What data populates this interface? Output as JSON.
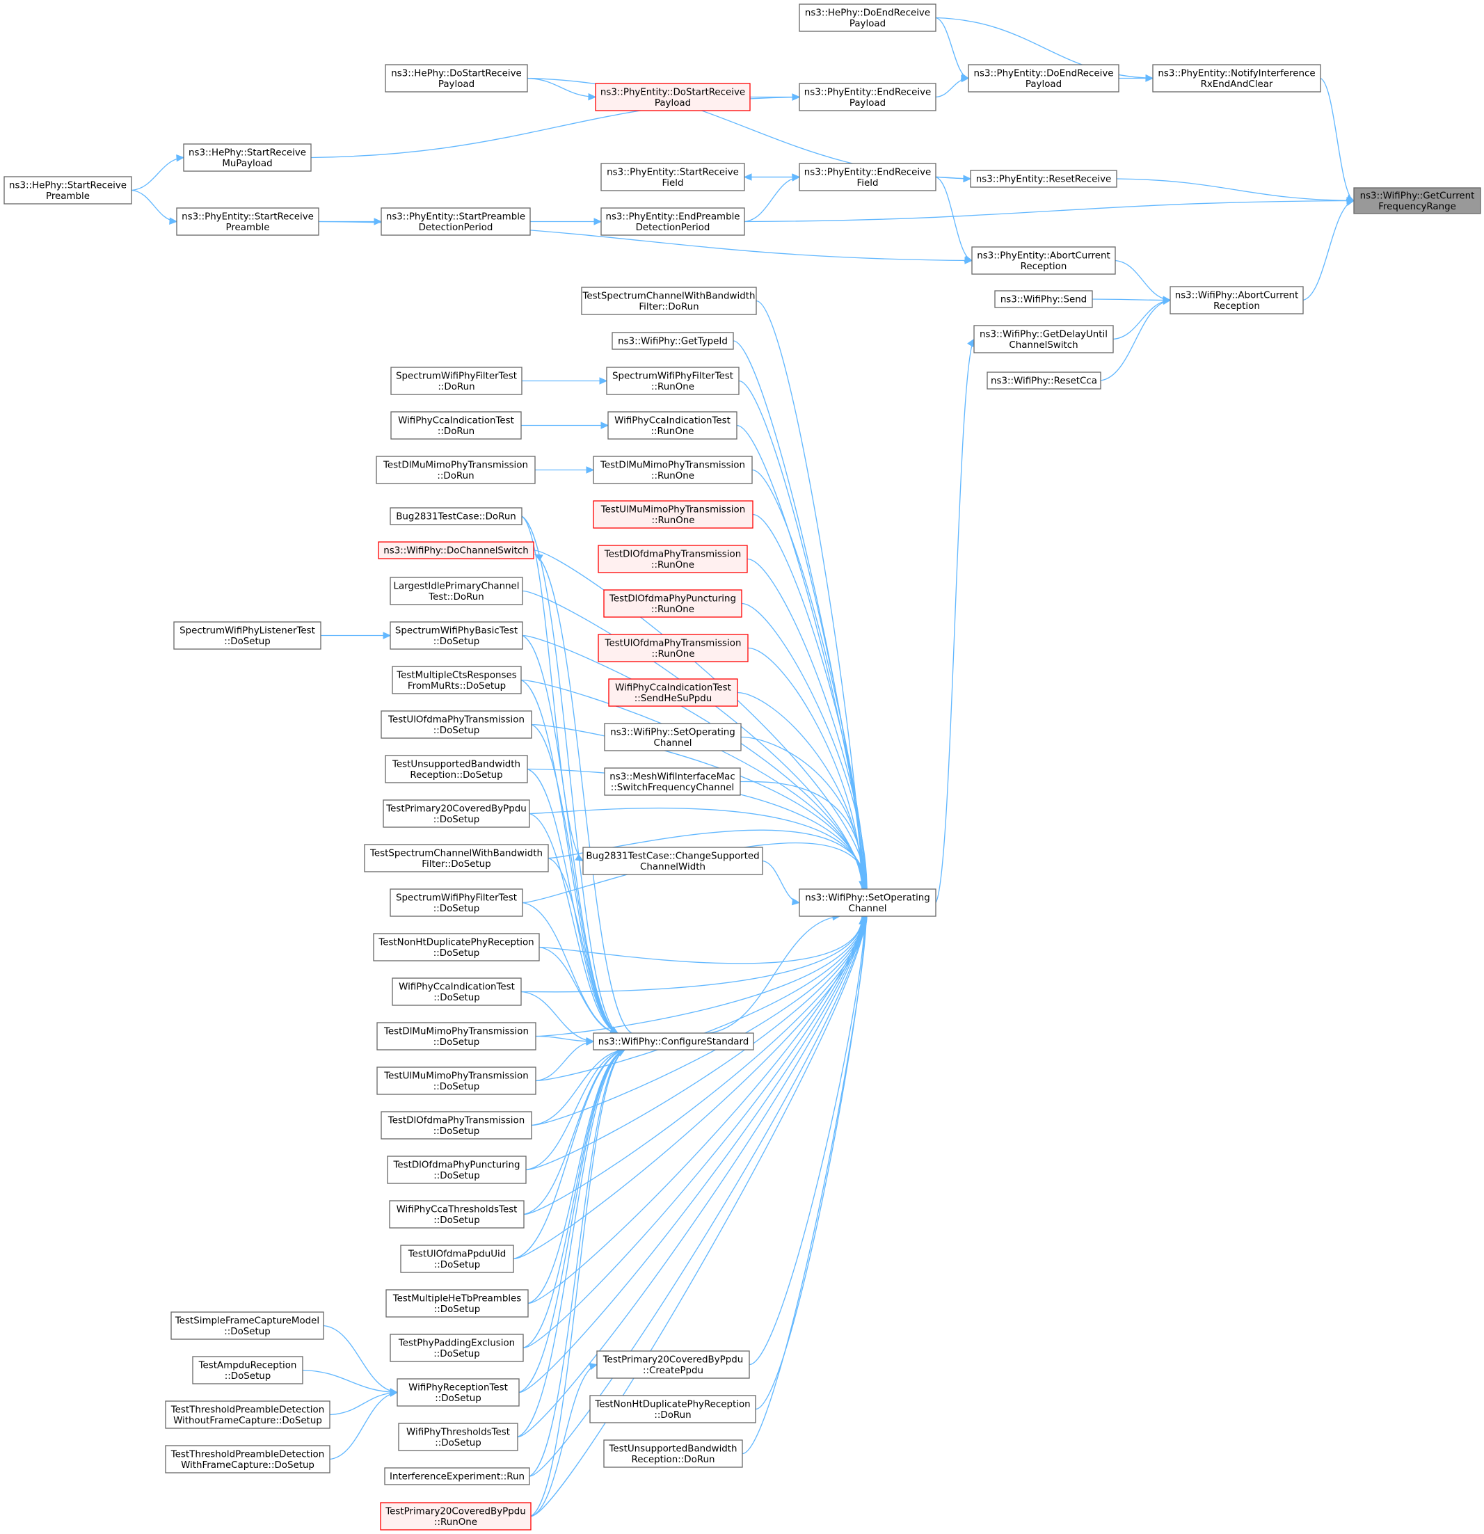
{
  "colors": {
    "edge": "#63b8ff",
    "node_border": "#666666",
    "node_fill": "#ffffff",
    "highlight_border": "#ff0000",
    "highlight_fill": "#fff0f0",
    "root_fill": "#999999",
    "text": "#000000"
  },
  "nodes": [
    {
      "id": "root",
      "lines": [
        "ns3::WifiPhy::GetCurrent",
        "FrequencyRange"
      ],
      "style": "root"
    },
    {
      "id": "notify",
      "lines": [
        "ns3::PhyEntity::NotifyInterference",
        "RxEndAndClear"
      ],
      "style": "normal"
    },
    {
      "id": "doEndRecvPhyEntity",
      "lines": [
        "ns3::PhyEntity::DoEndReceive",
        "Payload"
      ],
      "style": "normal"
    },
    {
      "id": "hephyDoEndRecv",
      "lines": [
        "ns3::HePhy::DoEndReceive",
        "Payload"
      ],
      "style": "normal"
    },
    {
      "id": "endRecvPayload",
      "lines": [
        "ns3::PhyEntity::EndReceive",
        "Payload"
      ],
      "style": "normal"
    },
    {
      "id": "doStartRecvPayloadPE",
      "lines": [
        "ns3::PhyEntity::DoStartReceive",
        "Payload"
      ],
      "style": "highlight"
    },
    {
      "id": "hephyDoStartRecvPayload",
      "lines": [
        "ns3::HePhy::DoStartReceive",
        "Payload"
      ],
      "style": "normal"
    },
    {
      "id": "hephyStartRecvMu",
      "lines": [
        "ns3::HePhy::StartReceive",
        "MuPayload"
      ],
      "style": "normal"
    },
    {
      "id": "hephyStartRecvPreamble",
      "lines": [
        "ns3::HePhy::StartReceive",
        "Preamble"
      ],
      "style": "normal"
    },
    {
      "id": "resetReceive",
      "lines": [
        "ns3::PhyEntity::ResetReceive"
      ],
      "style": "normal"
    },
    {
      "id": "endRecvField",
      "lines": [
        "ns3::PhyEntity::EndReceive",
        "Field"
      ],
      "style": "normal"
    },
    {
      "id": "startRecvField",
      "lines": [
        "ns3::PhyEntity::StartReceive",
        "Field"
      ],
      "style": "normal"
    },
    {
      "id": "endPreambleDet",
      "lines": [
        "ns3::PhyEntity::EndPreamble",
        "DetectionPeriod"
      ],
      "style": "normal"
    },
    {
      "id": "startPreambleDet",
      "lines": [
        "ns3::PhyEntity::StartPreamble",
        "DetectionPeriod"
      ],
      "style": "normal"
    },
    {
      "id": "peStartRecvPreamble",
      "lines": [
        "ns3::PhyEntity::StartReceive",
        "Preamble"
      ],
      "style": "normal"
    },
    {
      "id": "peAbortCurrent",
      "lines": [
        "ns3::PhyEntity::AbortCurrent",
        "Reception"
      ],
      "style": "normal"
    },
    {
      "id": "wifiAbortCurrent",
      "lines": [
        "ns3::WifiPhy::AbortCurrent",
        "Reception"
      ],
      "style": "normal"
    },
    {
      "id": "wifiSend",
      "lines": [
        "ns3::WifiPhy::Send"
      ],
      "style": "normal"
    },
    {
      "id": "getDelayUntil",
      "lines": [
        "ns3::WifiPhy::GetDelayUntil",
        "ChannelSwitch"
      ],
      "style": "normal"
    },
    {
      "id": "resetCca",
      "lines": [
        "ns3::WifiPhy::ResetCca"
      ],
      "style": "normal"
    },
    {
      "id": "testSpecChanBwDoRun",
      "lines": [
        "TestSpectrumChannelWithBandwidth",
        "Filter::DoRun"
      ],
      "style": "normal"
    },
    {
      "id": "getTypeId",
      "lines": [
        "ns3::WifiPhy::GetTypeId"
      ],
      "style": "normal"
    },
    {
      "id": "specFilterRunOne",
      "lines": [
        "SpectrumWifiPhyFilterTest",
        "::RunOne"
      ],
      "style": "normal"
    },
    {
      "id": "specFilterDoRun",
      "lines": [
        "SpectrumWifiPhyFilterTest",
        "::DoRun"
      ],
      "style": "normal"
    },
    {
      "id": "ccaRunOne",
      "lines": [
        "WifiPhyCcaIndicationTest",
        "::RunOne"
      ],
      "style": "normal"
    },
    {
      "id": "ccaDoRun",
      "lines": [
        "WifiPhyCcaIndicationTest",
        "::DoRun"
      ],
      "style": "normal"
    },
    {
      "id": "dlMuRunOne",
      "lines": [
        "TestDlMuMimoPhyTransmission",
        "::RunOne"
      ],
      "style": "normal"
    },
    {
      "id": "dlMuDoRun",
      "lines": [
        "TestDlMuMimoPhyTransmission",
        "::DoRun"
      ],
      "style": "normal"
    },
    {
      "id": "ulMuRunOne",
      "lines": [
        "TestUlMuMimoPhyTransmission",
        "::RunOne"
      ],
      "style": "highlight"
    },
    {
      "id": "dlOfdmaRunOne",
      "lines": [
        "TestDlOfdmaPhyTransmission",
        "::RunOne"
      ],
      "style": "highlight"
    },
    {
      "id": "dlPuncRunOne",
      "lines": [
        "TestDlOfdmaPhyPuncturing",
        "::RunOne"
      ],
      "style": "highlight"
    },
    {
      "id": "ulOfdmaRunOne",
      "lines": [
        "TestUlOfdmaPhyTransmission",
        "::RunOne"
      ],
      "style": "highlight"
    },
    {
      "id": "ccaSendHeSu",
      "lines": [
        "WifiPhyCcaIndicationTest",
        "::SendHeSuPpdu"
      ],
      "style": "highlight"
    },
    {
      "id": "setOpChannelLeft",
      "lines": [
        "ns3::WifiPhy::SetOperating",
        "Channel"
      ],
      "style": "normal"
    },
    {
      "id": "meshSwitch",
      "lines": [
        "ns3::MeshWifiInterfaceMac",
        "::SwitchFrequencyChannel"
      ],
      "style": "normal"
    },
    {
      "id": "bugChangeBw",
      "lines": [
        "Bug2831TestCase::ChangeSupported",
        "ChannelWidth"
      ],
      "style": "normal"
    },
    {
      "id": "setOpChannel",
      "lines": [
        "ns3::WifiPhy::SetOperating",
        "Channel"
      ],
      "style": "normal"
    },
    {
      "id": "bugDoRun",
      "lines": [
        "Bug2831TestCase::DoRun"
      ],
      "style": "normal"
    },
    {
      "id": "doChannelSwitch",
      "lines": [
        "ns3::WifiPhy::DoChannelSwitch"
      ],
      "style": "highlight"
    },
    {
      "id": "largestIdle",
      "lines": [
        "LargestIdlePrimaryChannel",
        "Test::DoRun"
      ],
      "style": "normal"
    },
    {
      "id": "specBasicSetup",
      "lines": [
        "SpectrumWifiPhyBasicTest",
        "::DoSetup"
      ],
      "style": "normal"
    },
    {
      "id": "specListenerSetup",
      "lines": [
        "SpectrumWifiPhyListenerTest",
        "::DoSetup"
      ],
      "style": "normal"
    },
    {
      "id": "multiCtsSetup",
      "lines": [
        "TestMultipleCtsResponses",
        "FromMuRts::DoSetup"
      ],
      "style": "normal"
    },
    {
      "id": "ulOfdmaSetup",
      "lines": [
        "TestUlOfdmaPhyTransmission",
        "::DoSetup"
      ],
      "style": "normal"
    },
    {
      "id": "unsupBwSetup",
      "lines": [
        "TestUnsupportedBandwidth",
        "Reception::DoSetup"
      ],
      "style": "normal"
    },
    {
      "id": "prim20Setup",
      "lines": [
        "TestPrimary20CoveredByPpdu",
        "::DoSetup"
      ],
      "style": "normal"
    },
    {
      "id": "specChanBwSetup",
      "lines": [
        "TestSpectrumChannelWithBandwidth",
        "Filter::DoSetup"
      ],
      "style": "normal"
    },
    {
      "id": "specFilterSetup",
      "lines": [
        "SpectrumWifiPhyFilterTest",
        "::DoSetup"
      ],
      "style": "normal"
    },
    {
      "id": "nonHtSetup",
      "lines": [
        "TestNonHtDuplicatePhyReception",
        "::DoSetup"
      ],
      "style": "normal"
    },
    {
      "id": "ccaSetup",
      "lines": [
        "WifiPhyCcaIndicationTest",
        "::DoSetup"
      ],
      "style": "normal"
    },
    {
      "id": "dlMuSetup",
      "lines": [
        "TestDlMuMimoPhyTransmission",
        "::DoSetup"
      ],
      "style": "normal"
    },
    {
      "id": "configStd",
      "lines": [
        "ns3::WifiPhy::ConfigureStandard"
      ],
      "style": "normal"
    },
    {
      "id": "ulMuSetup",
      "lines": [
        "TestUlMuMimoPhyTransmission",
        "::DoSetup"
      ],
      "style": "normal"
    },
    {
      "id": "dlOfdmaSetup",
      "lines": [
        "TestDlOfdmaPhyTransmission",
        "::DoSetup"
      ],
      "style": "normal"
    },
    {
      "id": "dlPuncSetup",
      "lines": [
        "TestDlOfdmaPhyPuncturing",
        "::DoSetup"
      ],
      "style": "normal"
    },
    {
      "id": "ccaThreshSetup",
      "lines": [
        "WifiPhyCcaThresholdsTest",
        "::DoSetup"
      ],
      "style": "normal"
    },
    {
      "id": "ulPpduUidSetup",
      "lines": [
        "TestUlOfdmaPpduUid",
        "::DoSetup"
      ],
      "style": "normal"
    },
    {
      "id": "multiHeTbSetup",
      "lines": [
        "TestMultipleHeTbPreambles",
        "::DoSetup"
      ],
      "style": "normal"
    },
    {
      "id": "paddingSetup",
      "lines": [
        "TestPhyPaddingExclusion",
        "::DoSetup"
      ],
      "style": "normal"
    },
    {
      "id": "simpleCaptureSetup",
      "lines": [
        "TestSimpleFrameCaptureModel",
        "::DoSetup"
      ],
      "style": "normal"
    },
    {
      "id": "prim20CreatePpdu",
      "lines": [
        "TestPrimary20CoveredByPpdu",
        "::CreatePpdu"
      ],
      "style": "normal"
    },
    {
      "id": "ampduSetup",
      "lines": [
        "TestAmpduReception",
        "::DoSetup"
      ],
      "style": "normal"
    },
    {
      "id": "receptionSetup",
      "lines": [
        "WifiPhyReceptionTest",
        "::DoSetup"
      ],
      "style": "normal"
    },
    {
      "id": "threshWithoutSetup",
      "lines": [
        "TestThresholdPreambleDetection",
        "WithoutFrameCapture::DoSetup"
      ],
      "style": "normal"
    },
    {
      "id": "nonHtDoRun",
      "lines": [
        "TestNonHtDuplicatePhyReception",
        "::DoRun"
      ],
      "style": "normal"
    },
    {
      "id": "threshWithSetup",
      "lines": [
        "TestThresholdPreambleDetection",
        "WithFrameCapture::DoSetup"
      ],
      "style": "normal"
    },
    {
      "id": "thresholdsSetup",
      "lines": [
        "WifiPhyThresholdsTest",
        "::DoSetup"
      ],
      "style": "normal"
    },
    {
      "id": "unsupBwDoRun",
      "lines": [
        "TestUnsupportedBandwidth",
        "Reception::DoRun"
      ],
      "style": "normal"
    },
    {
      "id": "interfRun",
      "lines": [
        "InterferenceExperiment::Run"
      ],
      "style": "normal"
    },
    {
      "id": "prim20RunOne",
      "lines": [
        "TestPrimary20CoveredByPpdu",
        "::RunOne"
      ],
      "style": "highlight"
    }
  ]
}
